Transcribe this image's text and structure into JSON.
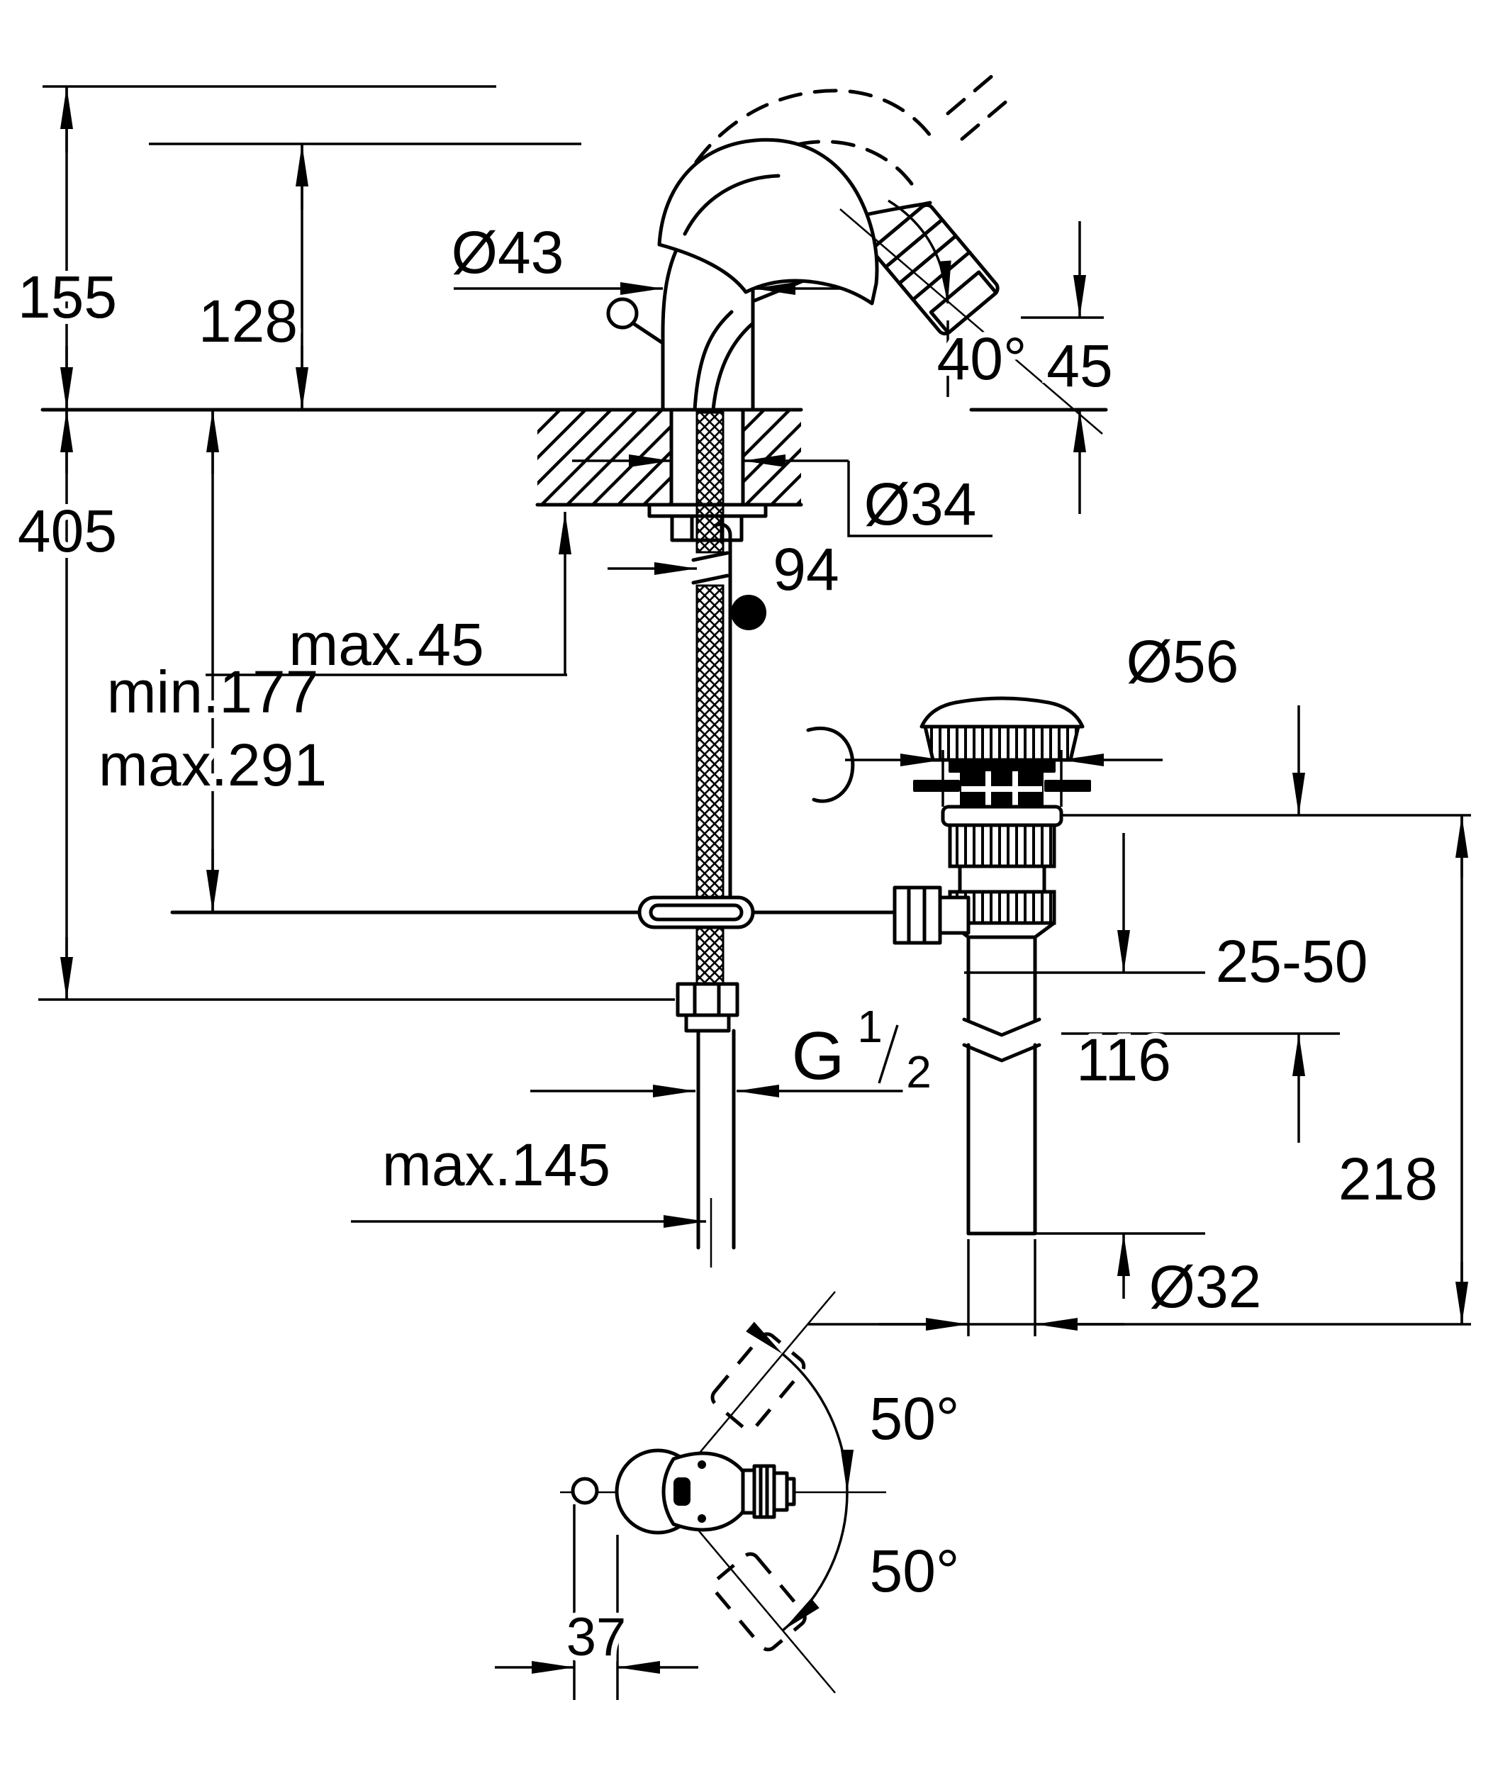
{
  "drawing": {
    "title": "bidet-mixer-installation-dimension-drawing",
    "units": "mm",
    "dims": {
      "height_total": "155",
      "height_spout_ref": "128",
      "depth_total": "405",
      "depth_min": "min.177",
      "depth_max": "max.291",
      "body_diameter": "Ø43",
      "hole_diameter": "Ø34",
      "deck_thickness": "max.45",
      "rod_offset": "94",
      "spout_angle": "40°",
      "outlet_height": "45",
      "waste_flange_diameter": "Ø56",
      "waste_adjust_range": "25-50",
      "waste_height": "218",
      "tailpipe_length": "116",
      "thread_letter": "G",
      "thread_numerator": "1",
      "thread_denominator": "2",
      "hose_reach": "max.145",
      "drain_diameter": "Ø32",
      "swivel_up": "50°",
      "swivel_down": "50°",
      "handle_offset": "37"
    }
  }
}
